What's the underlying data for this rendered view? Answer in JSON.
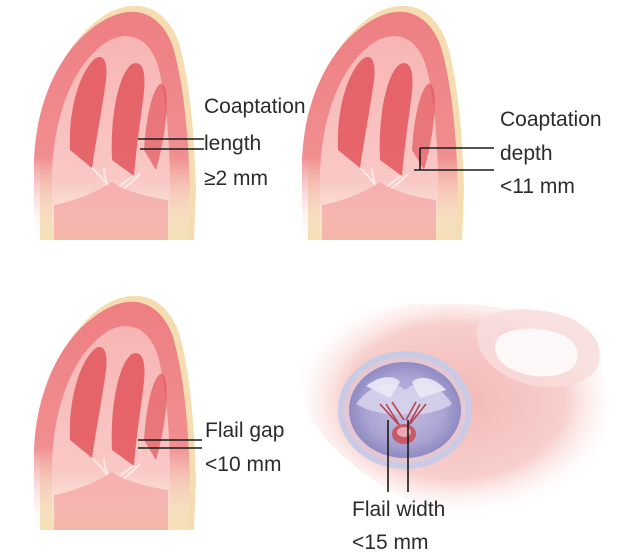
{
  "panels": [
    {
      "id": "coaptation-length",
      "label_lines": [
        "Coaptation",
        "length",
        "≥2 mm"
      ]
    },
    {
      "id": "coaptation-depth",
      "label_lines": [
        "Coaptation",
        "depth",
        "<11 mm"
      ]
    },
    {
      "id": "flail-gap",
      "label_lines": [
        "Flail gap",
        "<10 mm"
      ]
    },
    {
      "id": "flail-width",
      "label_lines": [
        "Flail width",
        "<15 mm"
      ]
    }
  ],
  "colors": {
    "myocardium": "#ee7f83",
    "myocardium_light": "#f6b6b6",
    "papillary": "#e2555c",
    "epicardium": "#f4d9a8",
    "chordae": "#fbe7e3",
    "annulus_ring": "#c9cbe6",
    "valve_center": "#a8a3cf",
    "leader_line": "#1a1a1a"
  }
}
